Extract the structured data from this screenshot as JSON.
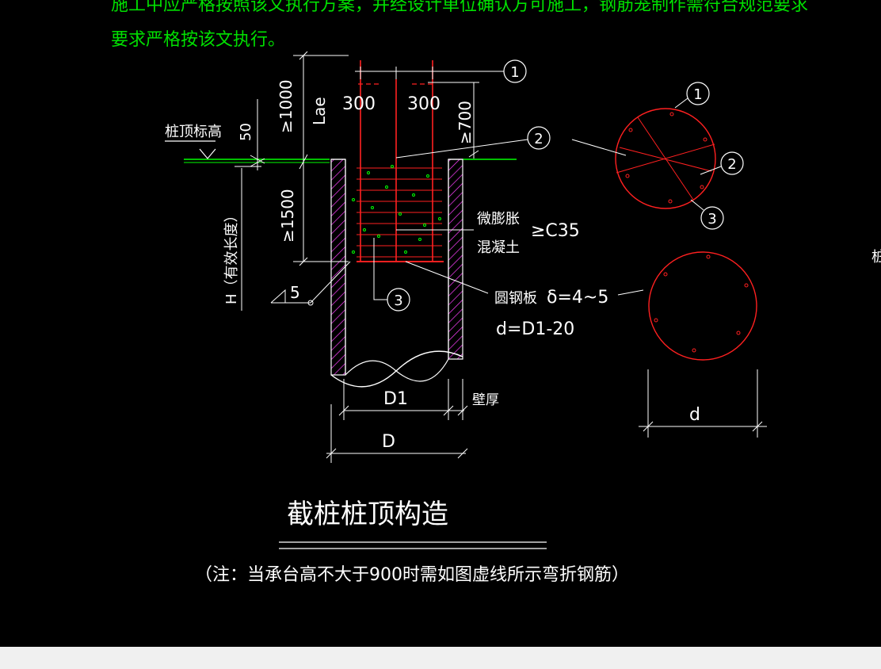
{
  "note": {
    "line1": "施工中应严格按照该文执行方案，并经设计单位确认方可施工，钢筋笼制作需符合规范要求",
    "line2": "要求严格按该文执行。"
  },
  "drawing": {
    "top_label": "桩顶标高",
    "dim_ge1000": "≥1000",
    "dim_lae": "Lae",
    "dim_300_left": "300",
    "dim_300_right": "300",
    "dim_ge700": "≥700",
    "dim_50": "50",
    "dim_ge1500": "≥1500",
    "dim_h": "H（有效长度）",
    "weld_5": "5",
    "concrete_line1": "微膨胀",
    "concrete_line2": "混凝土",
    "concrete_grade": "≥C35",
    "plate_label": "圆钢板",
    "plate_thickness": "δ=4~5",
    "plate_diameter": "d=D1-20",
    "dim_d1": "D1",
    "dim_wall": "壁厚",
    "dim_d": "D",
    "dim_d_small": "d",
    "callout_1": "1",
    "callout_2": "2",
    "callout_3": "3",
    "edge_glyph": "桩"
  },
  "title": "截桩桩顶构造",
  "footnote": "（注：当承台高不大于900时需如图虚线所示弯折钢筋）",
  "colors": {
    "background": "#000000",
    "lines": "#ffffff",
    "rebar": "#ff2020",
    "hatch": "#ff40ff",
    "ground": "#00ff00",
    "concrete_dots": "#00ff00",
    "note_text": "#00e000",
    "status_bar": "#f0f0f0"
  }
}
